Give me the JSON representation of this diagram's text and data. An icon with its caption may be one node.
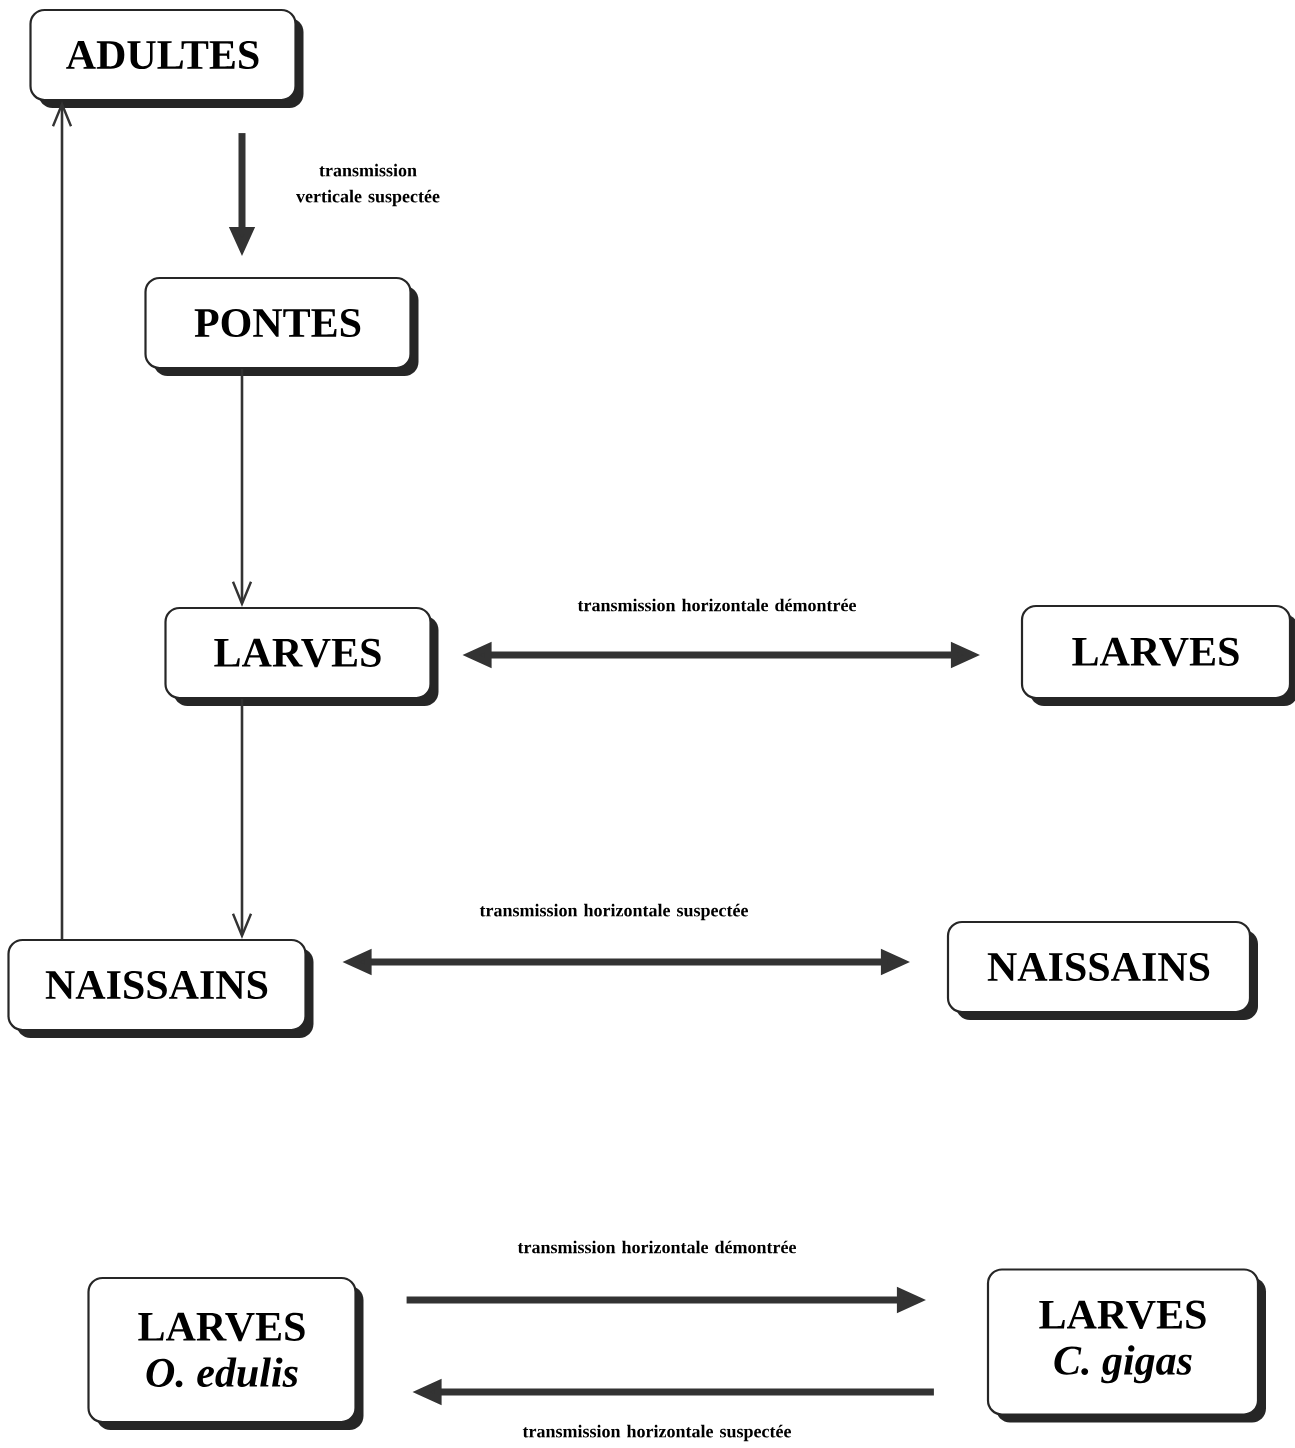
{
  "diagram": {
    "nodes": [
      {
        "text": [
          "ADULTES"
        ]
      },
      {
        "text": [
          "PONTES"
        ]
      },
      {
        "text": [
          "LARVES"
        ]
      },
      {
        "text": [
          "LARVES"
        ]
      },
      {
        "text": [
          "NAISSAINS"
        ]
      },
      {
        "text": [
          "NAISSAINS"
        ]
      },
      {
        "text": [
          "LARVES",
          "O. edulis"
        ]
      },
      {
        "text": [
          "LARVES",
          "C. gigas"
        ]
      }
    ],
    "edges": [
      {
        "from": 0,
        "to": 1,
        "arrow": "to",
        "label": "transmission verticale suspectée"
      },
      {
        "from": 1,
        "to": 2,
        "arrow": "to"
      },
      {
        "from": 2,
        "to": 4,
        "arrow": "to"
      },
      {
        "from": 4,
        "to": 0,
        "arrow": "to"
      },
      {
        "from": 2,
        "to": 3,
        "arrow": "both",
        "label": "transmission horizontale démontrée"
      },
      {
        "from": 4,
        "to": 5,
        "arrow": "both",
        "label": "transmission horizontale suspectée"
      },
      {
        "from": 6,
        "to": 7,
        "arrow": "to",
        "label": "transmission horizontale démontrée"
      },
      {
        "from": 7,
        "to": 6,
        "arrow": "to",
        "label": "transmission horizontale suspectée"
      }
    ]
  }
}
